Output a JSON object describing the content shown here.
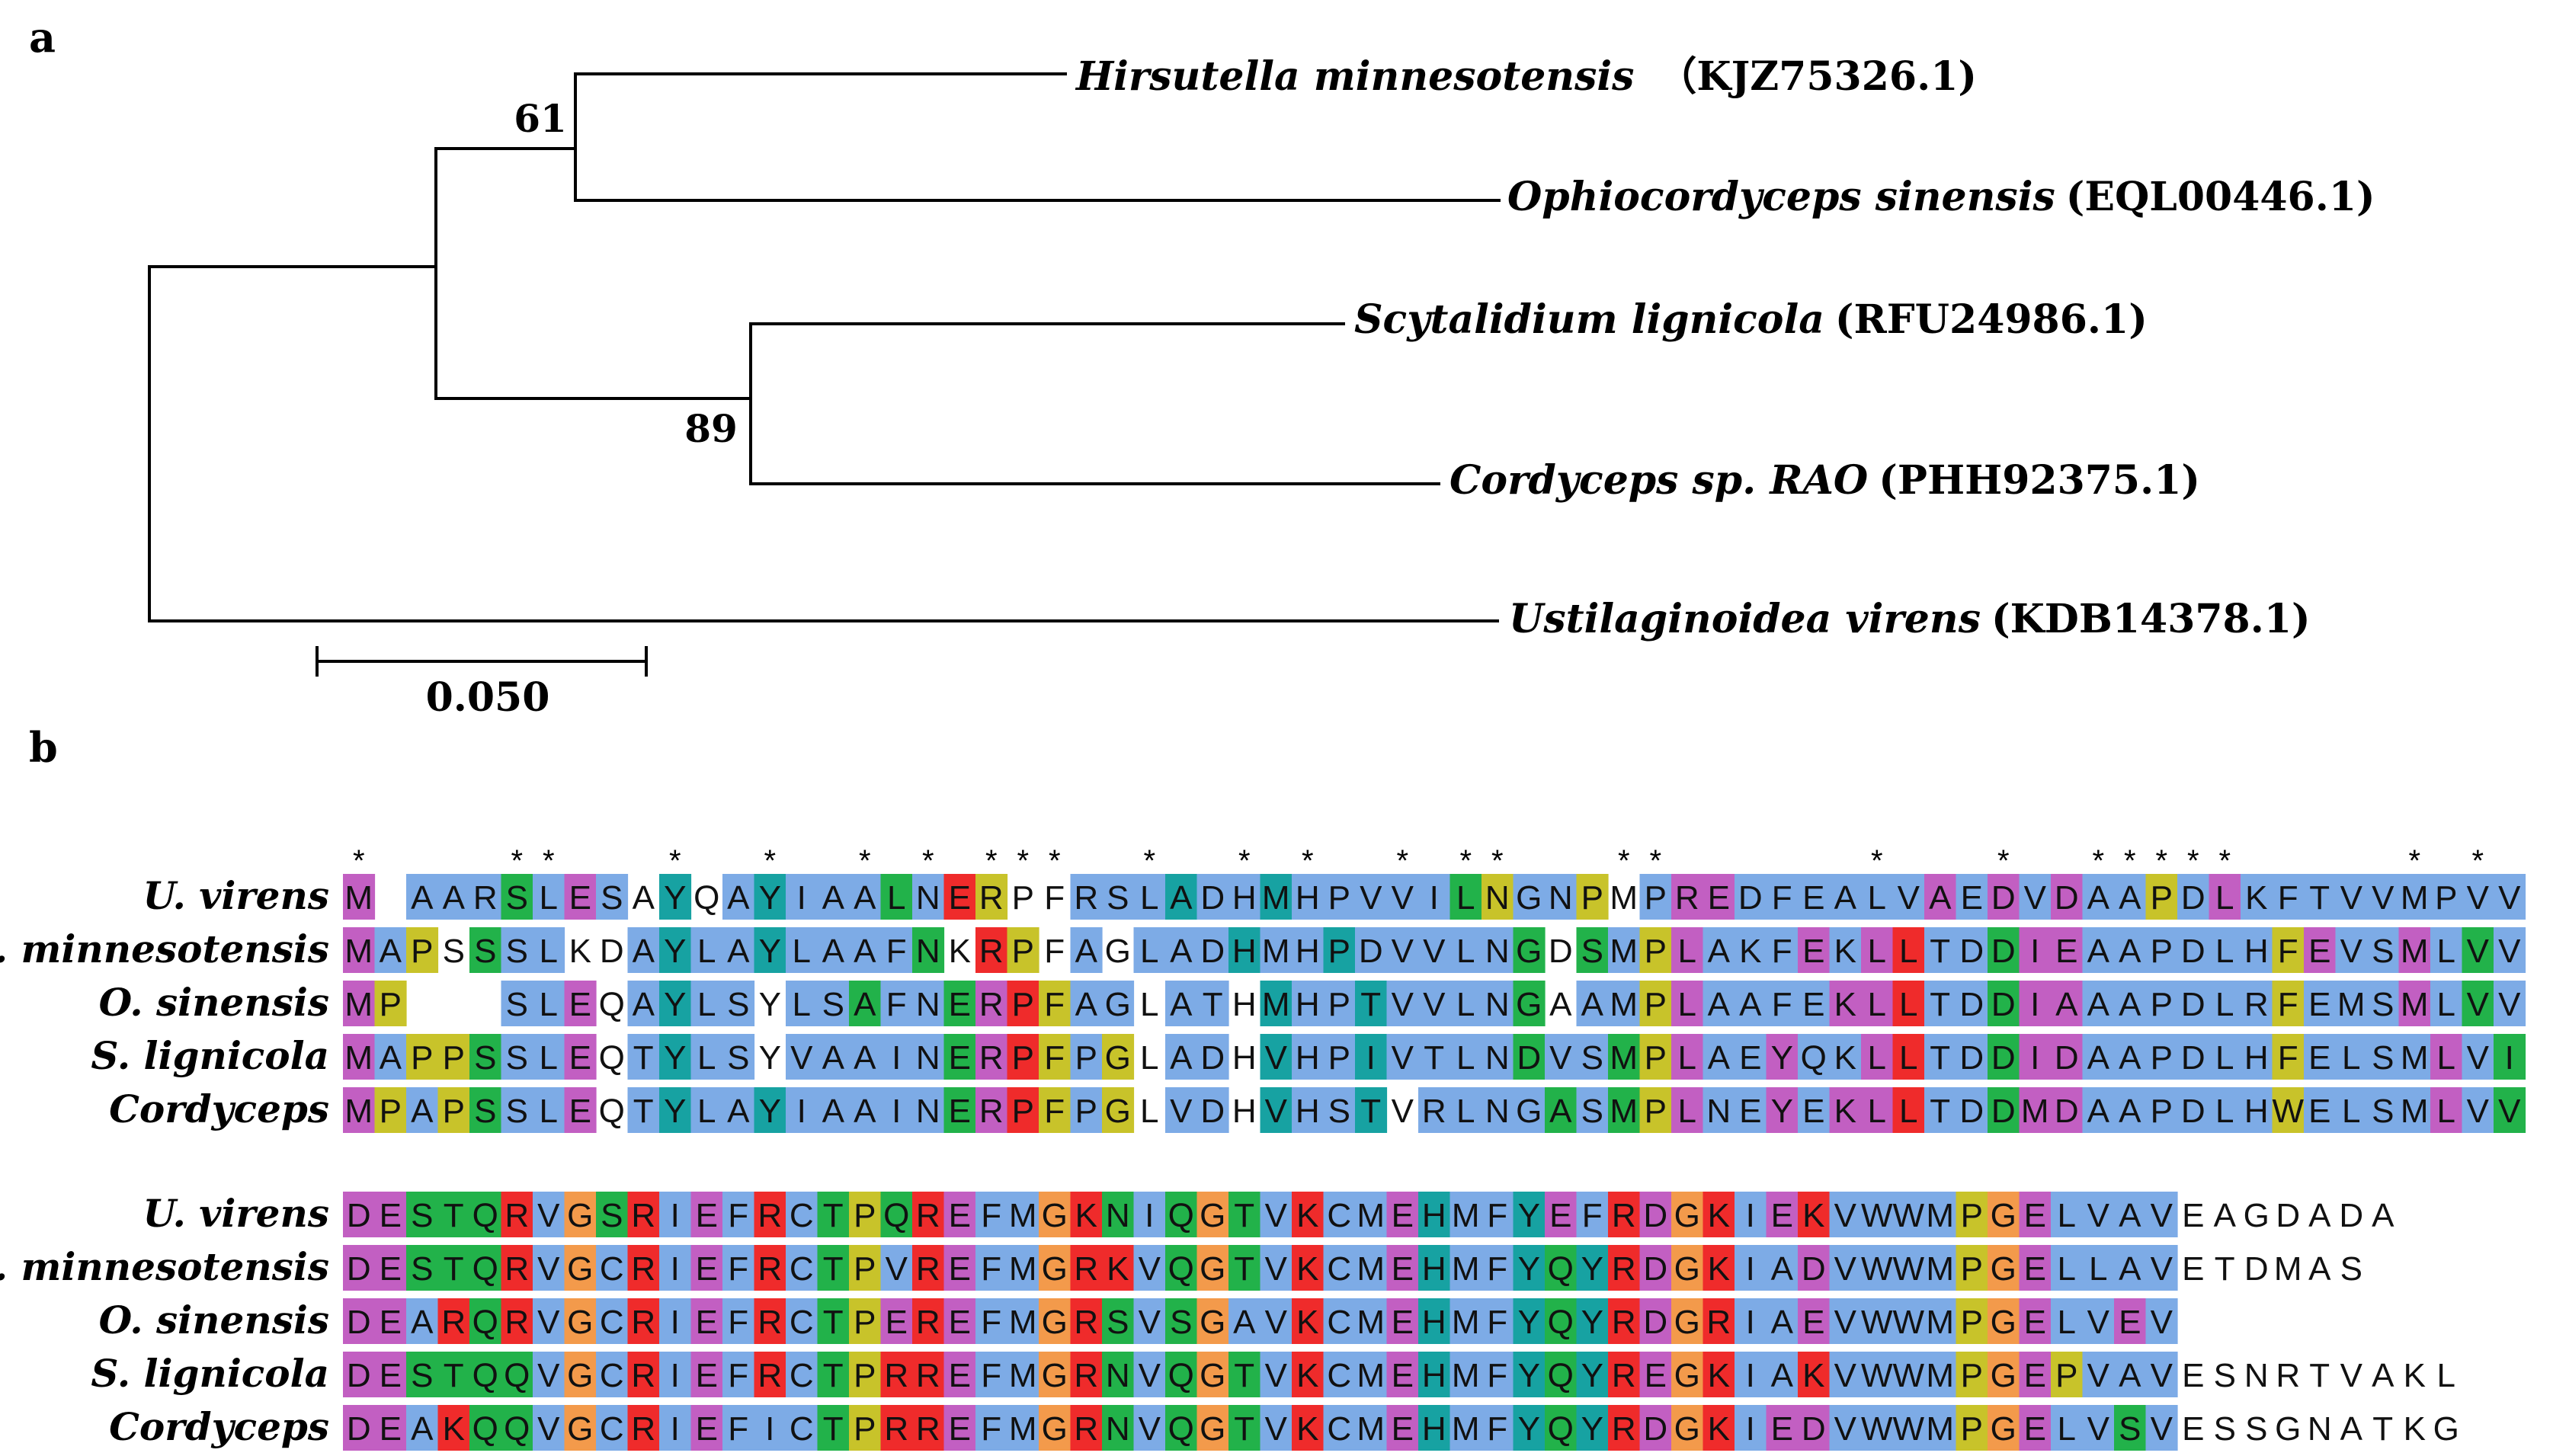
{
  "panel_a": {
    "label": "a",
    "taxa": [
      {
        "species": "Hirsutella minnesotensis",
        "accession": "（KJZ75326.1)"
      },
      {
        "species": "Ophiocordyceps sinensis",
        "accession": "(EQL00446.1)"
      },
      {
        "species": "Scytalidium lignicola",
        "accession": "(RFU24986.1)"
      },
      {
        "species": "Cordyceps sp. RAO",
        "accession": "(PHH92375.1)"
      },
      {
        "species": "Ustilaginoidea virens",
        "accession": "(KDB14378.1)"
      }
    ],
    "bootstrap": [
      "61",
      "89"
    ],
    "scale_label": "0.050"
  },
  "panel_b": {
    "label": "b",
    "names": [
      "U. virens",
      "H. minnesotensis",
      "O. sinensis",
      "S. lignicola",
      "Cordyceps"
    ],
    "blocks": [
      {
        "seqs": [
          "M-AARSLESAYQAYIAALNERPFRSLADHMHPVVILNGNPMPREDFEALVAEDVDAAPDLKFTVVMPVV",
          "MAPSSSLKDAYLAYLAAFNKRPFAGLADHMHPDVVLNGDSMPLAKFEKLLTDDIEAAPDLHFEVSMLVV",
          "MP---SLEQAYLSYLSAFNERPFAGLATHMHPTVVLNGAAMPLAAFEKLLTDDIAAAPDLRFEMSMLVV",
          "MAPPSSLEQTYLSYVAAINERPFPGLADHVHPIVTLNDVSMPLAEYQKLLTDDIDAAPDLHFELSMLVI",
          "MPAPSSLEQTYLAYIAAINERPFPGLVDHVHSTVRLNGASMPLNEYEKLLTDDMDAAPDLHWELSMLVV"
        ],
        "colors": [
          "m-BBBgBmBwcwBcBBBgBrybwBBBcBBcBBBBBgyBBywBmmBBBBBBmBmBmBByBmBBBBBBBBBB",
          "mBySgBBwwBcBBcBBBBgwrybBSBBBcBBcBBBBBgwgBymBBBmBmrBBgmmBBBBBBymBBmBgBBB",
          "my---BBmwBcBBwBBgBBgmryBBSBBwcBBcBBBBgwBBymBBBBmmrBBgmmBBBBBByBBBmBgBBB",
          "mByygBBmwBcBBwBBBBBgmryBySBBwcBBcBBBBgBBgymBBmBBmrBBgmmBBBBBByBBBBmBgBBB",
          "myBygBBmwBcBBcBBBBBgmryBySBBwcBBcwBBBBgBgymBBmBmmrBBgmmBBBBBByBBBBmBgBBB"
        ],
        "conservation": "*----*----*----*-----*---*----***-----*-----*----*----*---*--**------**------*-----**-----****---------"
      },
      {
        "seqs": [
          "DESTQRVGSRIEFRCTPQREFMGKNIQGTVKCMEHMFYEFRDGKIEKVWWMPGELVAVEAGDADA",
          "DESTQRVGCRIEFRCTPVREFMGRKVQGTVKCMEHMFYQYRDGKIADVWWMPGELLAVETDMAS",
          "DEARQRVGCRIEFRCTPEREFMGRSVSGAVKCMEHMFYQYRDGRIAEVWWMPGELVEV",
          "DESTQQVGCRIEFRCTPRREFMGRNVQGTVKCMEHMFYQYREGKIAKVWWMPGEPVAVESNRTVAKL",
          "DEAKQQVGCRIEFICTPRREFMGRNVQGTVKCMEHMFYQYRDGKIEDVWWMPGELVSVESSGNATKG"
        ]
      }
    ]
  }
}
